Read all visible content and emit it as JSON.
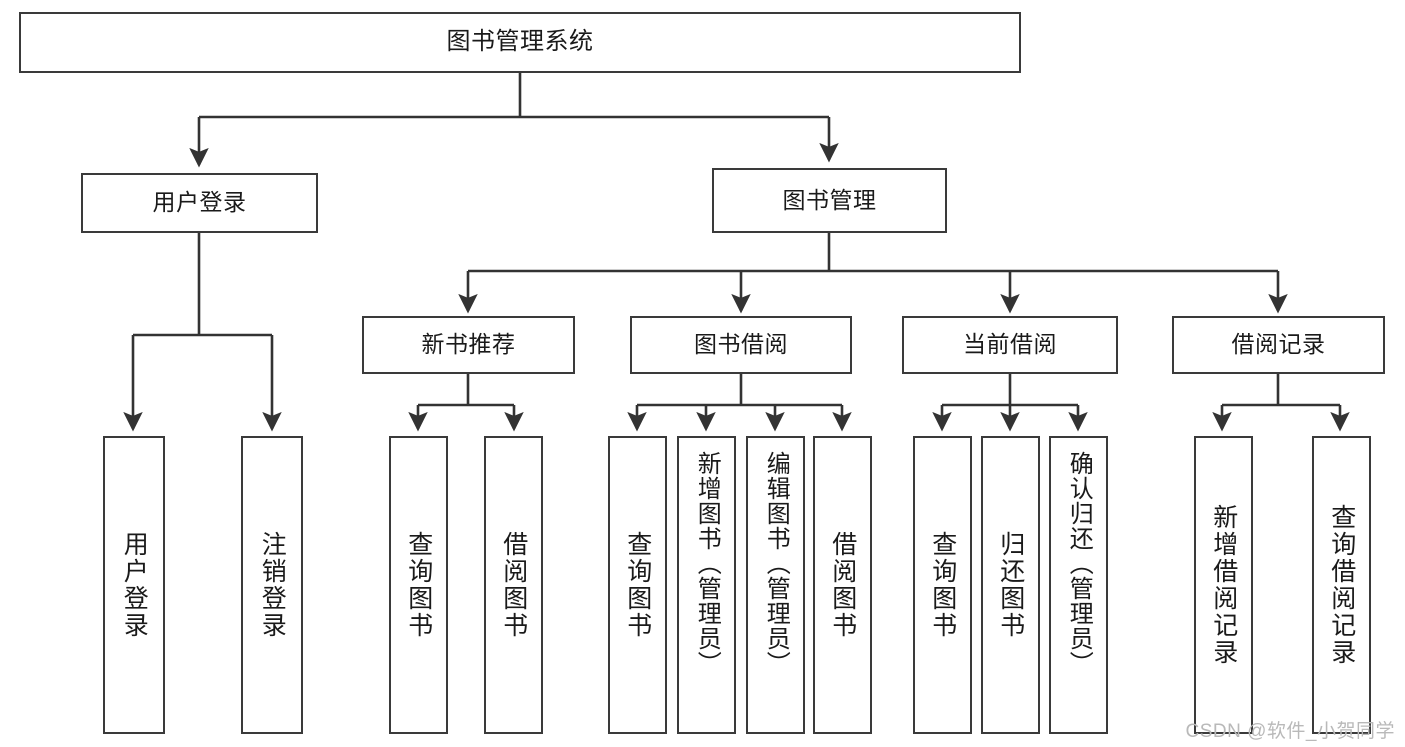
{
  "diagram": {
    "type": "tree-hierarchy",
    "title": "图书管理系统",
    "orientation": "top-down",
    "watermark": "CSDN @软件_小贺同学",
    "colors": {
      "box_border": "#3a3a3a",
      "box_fill": "#ffffff",
      "connector": "#333333",
      "text": "#1a1a1a",
      "watermark": "#b9b9b9",
      "background": "#ffffff"
    },
    "nodes": {
      "root": {
        "label": "图书管理系统"
      },
      "level1": [
        {
          "label": "用户登录"
        },
        {
          "label": "图书管理"
        }
      ],
      "level2": [
        {
          "label": "新书推荐"
        },
        {
          "label": "图书借阅"
        },
        {
          "label": "当前借阅"
        },
        {
          "label": "借阅记录"
        }
      ],
      "leaves": {
        "user_login": [
          {
            "label": "用户登录"
          },
          {
            "label": "注销登录"
          }
        ],
        "new_book_recommend": [
          {
            "label": "查询图书"
          },
          {
            "label": "借阅图书"
          }
        ],
        "book_borrow": [
          {
            "label": "查询图书"
          },
          {
            "label": "新增图书（管理员）"
          },
          {
            "label": "编辑图书（管理员）"
          },
          {
            "label": "借阅图书"
          }
        ],
        "current_borrow": [
          {
            "label": "查询图书"
          },
          {
            "label": "归还图书"
          },
          {
            "label": "确认归还（管理员）"
          }
        ],
        "borrow_record": [
          {
            "label": "新增借阅记录"
          },
          {
            "label": "查询借阅记录"
          }
        ]
      }
    }
  }
}
